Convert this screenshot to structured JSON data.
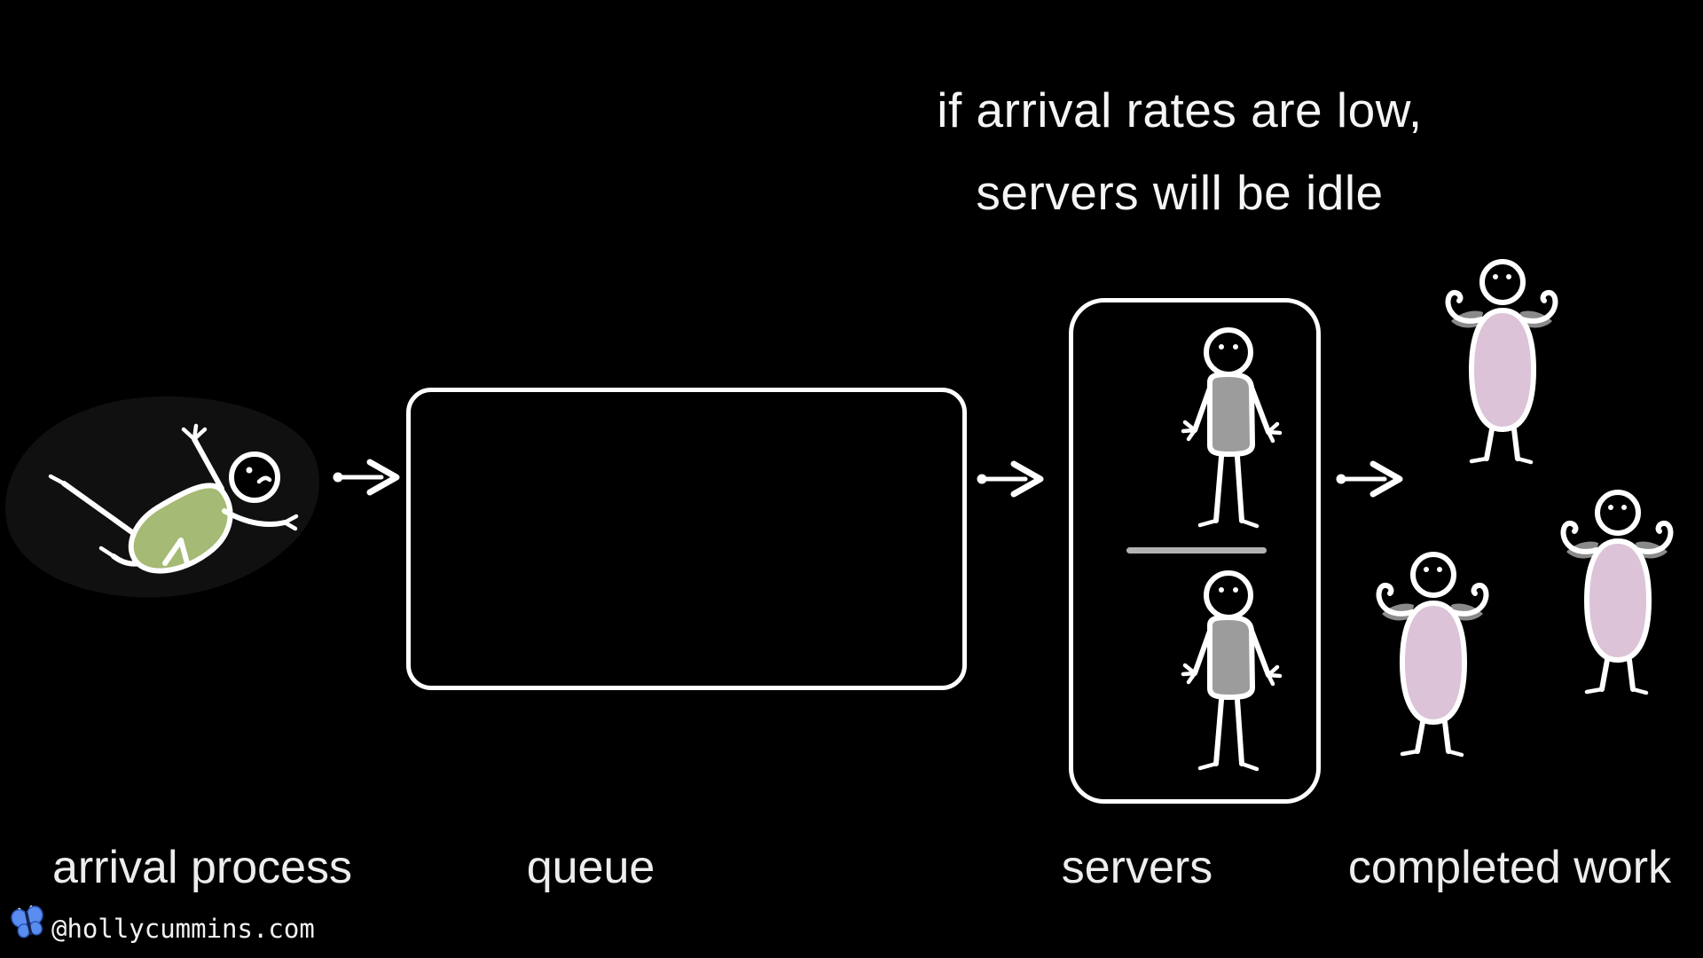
{
  "title": {
    "line1": "if arrival rates are low,",
    "line2": "servers will be idle"
  },
  "stages": [
    {
      "id": "arrival-process",
      "label": "arrival process"
    },
    {
      "id": "queue",
      "label": "queue"
    },
    {
      "id": "servers",
      "label": "servers"
    },
    {
      "id": "completed-work",
      "label": "completed work"
    }
  ],
  "diagram": {
    "arrival_figures": 1,
    "queue_contents": 0,
    "server_figures": 2,
    "completed_figures": 3,
    "flow_arrows": 3
  },
  "footer": {
    "icon": "butterfly-icon",
    "handle": "@hollycummins.com"
  },
  "colors": {
    "background": "#000000",
    "stroke": "#ffffff",
    "arrival_shirt": "#a5ba74",
    "server_shirt": "#9c9c9c",
    "completed_shirt": "#dcc3d8",
    "bicep": "#8a8a8a",
    "divider": "#b2b2b2",
    "blob": "#101010",
    "butterfly_blue": "#5b8df0"
  }
}
